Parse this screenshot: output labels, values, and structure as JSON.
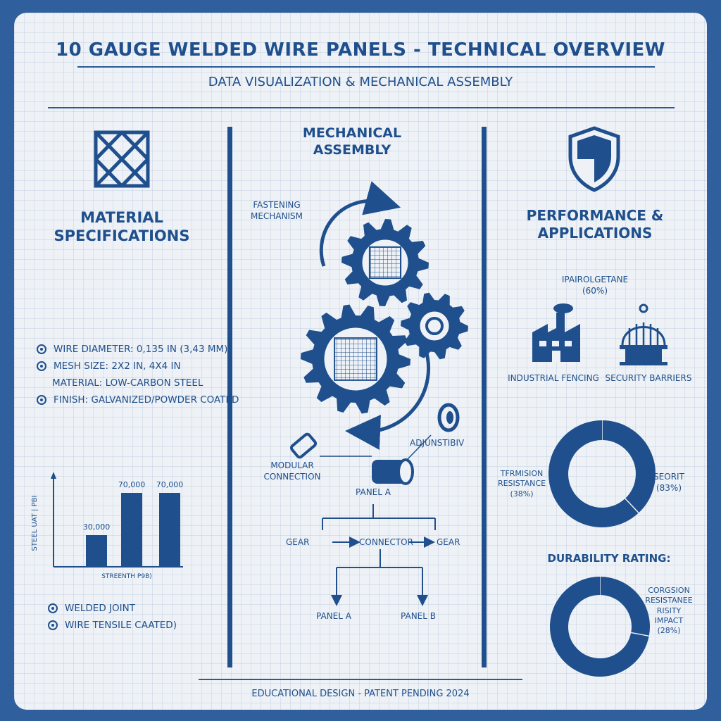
{
  "header": {
    "title": "10 GAUGE WELDED WIRE PANELS - TECHNICAL OVERVIEW",
    "subtitle": "DATA VISUALIZATION & MECHANICAL ASSEMBLY"
  },
  "left": {
    "heading_line1": "MATERIAL",
    "heading_line2": "SPECIFICATIONS",
    "icon": "wire-mesh-icon",
    "specs": [
      "WIRE DIAMETER: 0,135 IN (3,43 MM)",
      "MESH SIZE: 2X2 IN, 4X4 IN",
      "MATERIAL: LOW-CARBON STEEL",
      "FINISH: GALVANIZED/POWDER COATED"
    ],
    "chart": {
      "ylabel": "STEEL UAT | PBI",
      "xlabel": "STREENTH P9B)",
      "values": [
        30000,
        70000,
        70000
      ],
      "value_labels": [
        "30,000",
        "70,000",
        "70,000"
      ]
    },
    "legend": [
      "WELDED JOINT",
      "WIRE TENSILE CAATED)"
    ]
  },
  "middle": {
    "heading_line1": "MECHANICAL",
    "heading_line2": "ASSEMBLY",
    "fastening_line1": "FASTENING",
    "fastening_line2": "MECHANISM",
    "adjustable": "ADJUNSTIBIV",
    "modular_line1": "MODULAR",
    "modular_line2": "CONNECTION",
    "flow": {
      "top": "PANEL A",
      "left": "GEAR",
      "center": "CONNECTOR",
      "right": "GEAR",
      "bottom_left": "PANEL A",
      "bottom_right": "PANEL B"
    }
  },
  "right": {
    "heading_line1": "PERFORMANCE &",
    "heading_line2": "APPLICATIONS",
    "icon": "shield-icon",
    "top_label_line1": "IPAIROLGETANE",
    "top_label_line2": "(60%)",
    "app1": "INDUSTRIAL FENCING",
    "app2": "SECURITY BARRIERS",
    "donut1": {
      "left_line1": "TFRMISION",
      "left_line2": "RESISTANCE",
      "left_line3": "(38%)",
      "right_line1": "SEORIT",
      "right_line2": "(83%)",
      "values": [
        0.38,
        0.62
      ]
    },
    "durability_title": "DURABILITY RATING:",
    "donut2": {
      "label_line1": "CORGSION",
      "label_line2": "RESISTANEE",
      "label_line3": "RISITY",
      "label_line4": "IMPACT",
      "label_line5": "(28%)",
      "values": [
        0.28,
        0.72
      ]
    }
  },
  "footer": {
    "text": "EDUCATIONAL DESIGN - PATENT PENDING 2024"
  },
  "colors": {
    "primary": "#1f4f8c",
    "frame": "#2f5f9c",
    "paper": "#eef2f6"
  }
}
